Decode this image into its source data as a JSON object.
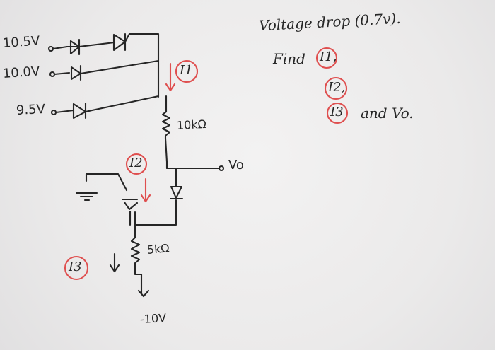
{
  "inputs": {
    "v1": "10.5V",
    "v2": "10.0V",
    "v3": "9.5V"
  },
  "resistors": {
    "r1": "10kΩ",
    "r2": "5kΩ"
  },
  "output_label": "Vo",
  "supply_label": "-10V",
  "current_labels": {
    "i1": "I1",
    "i2": "I2",
    "i3": "I3"
  },
  "problem": {
    "line1": "Voltage drop (0.7v).",
    "line2": "Find",
    "i1": "I1,",
    "i2": "I2,",
    "i3": "I3",
    "line4_tail": "and Vo."
  },
  "colors": {
    "ink": "#262626",
    "red": "#df4f4f",
    "paper": "#eeecec"
  }
}
